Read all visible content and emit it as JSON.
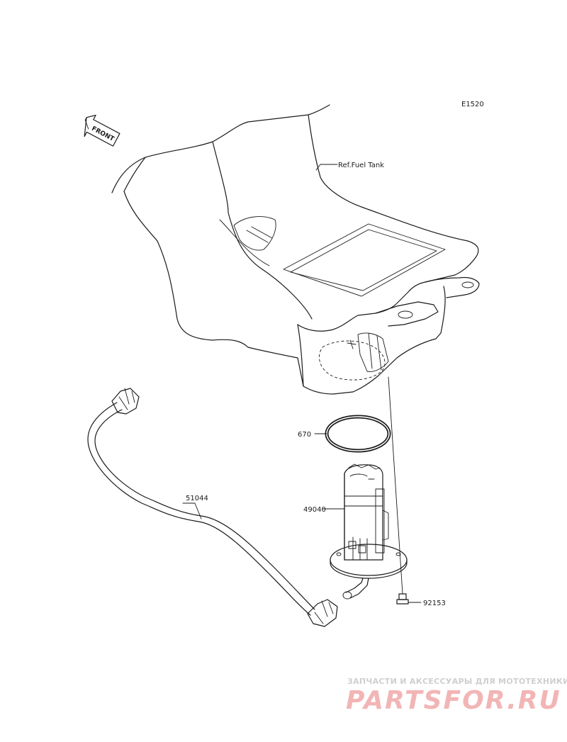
{
  "diagram_code": "E1520",
  "front_arrow": {
    "label": "FRONT"
  },
  "ref_label": "Ref.Fuel Tank",
  "callouts": [
    {
      "id": "o-ring",
      "part_number": "670"
    },
    {
      "id": "fuel-pump",
      "part_number": "49040"
    },
    {
      "id": "fuel-hose",
      "part_number": "51044"
    },
    {
      "id": "bolt",
      "part_number": "92153"
    }
  ],
  "watermark": {
    "subtitle": "ЗАПЧАСТИ И АКСЕССУАРЫ ДЛЯ МОТОТЕХНИКИ",
    "brand": "PARTSFOR.RU",
    "brand_color": "#f2b5b5"
  }
}
